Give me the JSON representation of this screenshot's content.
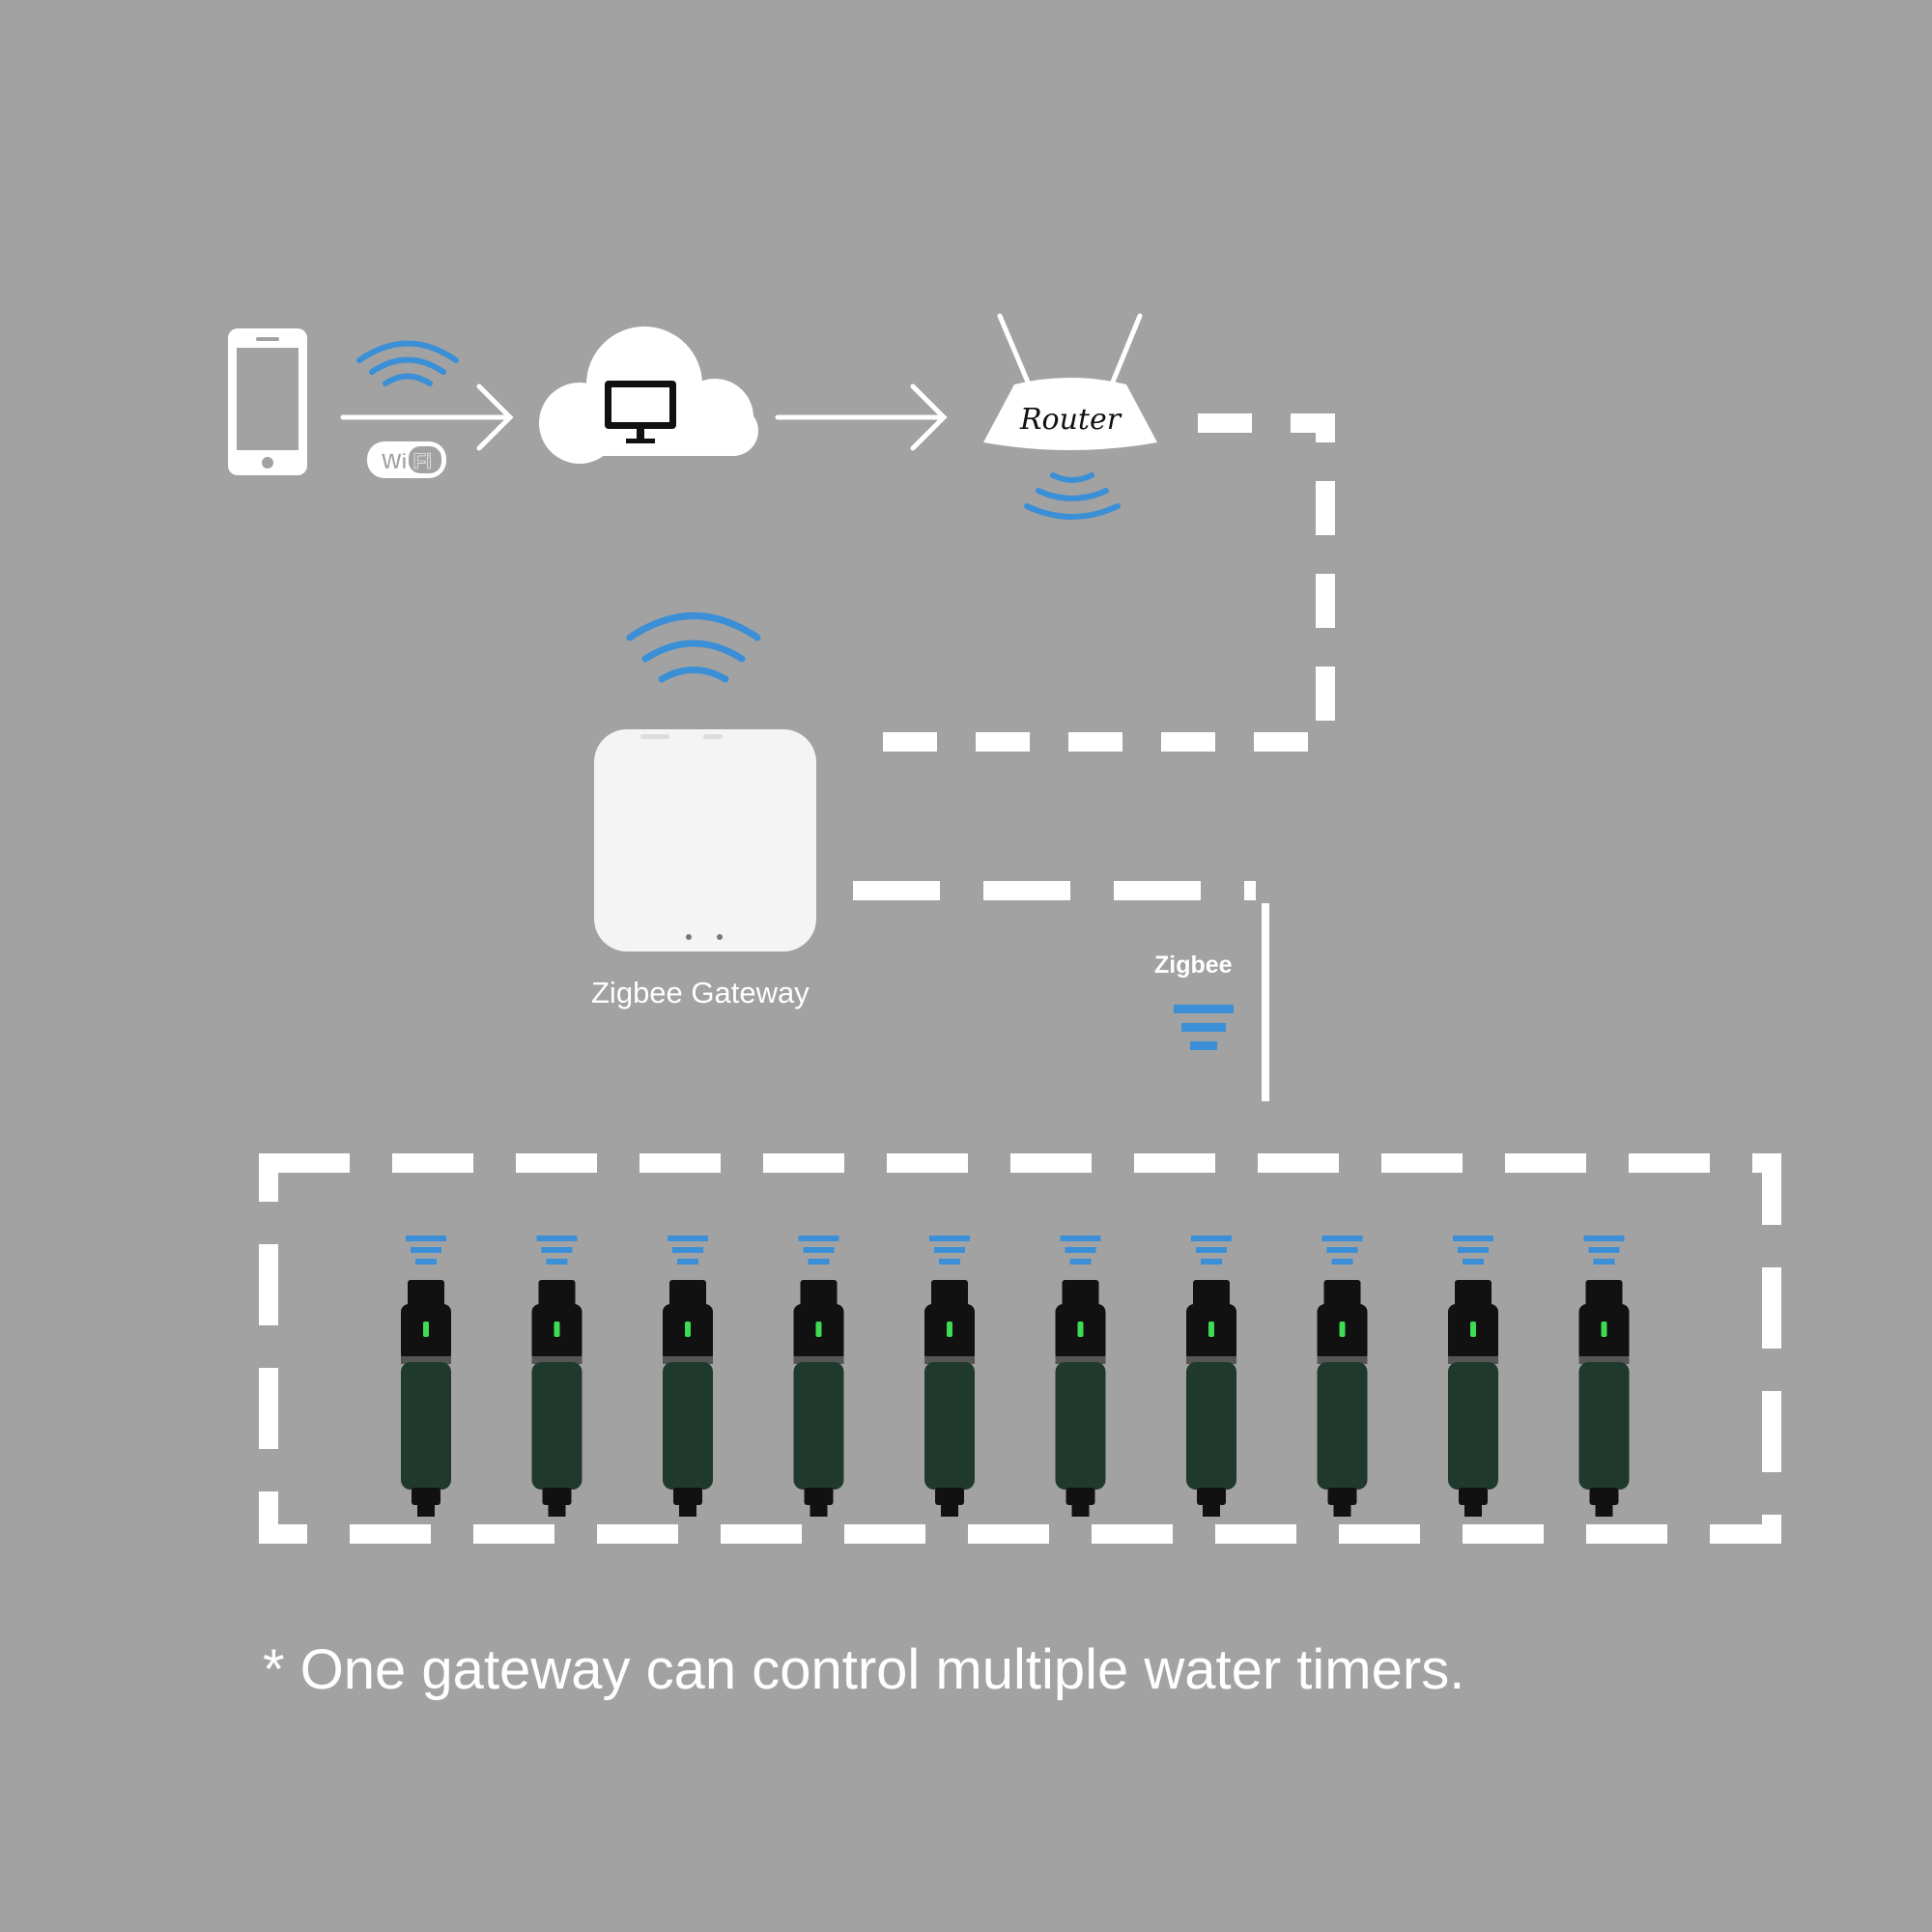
{
  "labels": {
    "wifi_badge": "Wi Fi",
    "router": "Router",
    "gateway": "Zigbee Gateway",
    "zigbee": "Zigbee",
    "footnote": "* One gateway can control multiple water timers."
  },
  "colors": {
    "background": "#a2a2a2",
    "line": "#ffffff",
    "signal": "#3a8fd6",
    "timer_body": "#1f3a2c",
    "timer_cap": "#111111",
    "led": "#3ddc52"
  },
  "icons": [
    "phone-icon",
    "wifi-signal-icon",
    "cloud-server-icon",
    "router-icon",
    "zigbee-gateway-icon",
    "zigbee-signal-icon",
    "water-timer-icon"
  ],
  "water_timer_count": 10
}
